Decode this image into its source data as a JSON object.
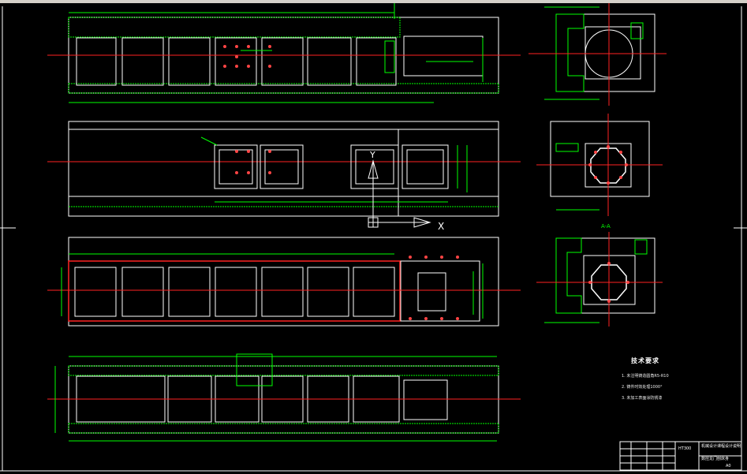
{
  "drawing": {
    "technical_requirements_title": "技术要求",
    "technical_requirements": [
      "1. 未注明铸造圆角R5-R10",
      "2. 铸件时效处理1000°",
      "3. 未加工表面涂防锈漆"
    ],
    "section_label": "A-A",
    "axis_y_label": "Y",
    "axis_x_label": "X",
    "title_block": {
      "school": "HT300",
      "part_name": "机械设计课程设计说明",
      "drawing_name": "数控龙门刨床身",
      "sheet": "A0"
    },
    "colors": {
      "background": "#000000",
      "outline": "#ffffff",
      "dimension": "#00ff00",
      "centerline": "#ff2020",
      "hatch": "#00ff00"
    }
  }
}
